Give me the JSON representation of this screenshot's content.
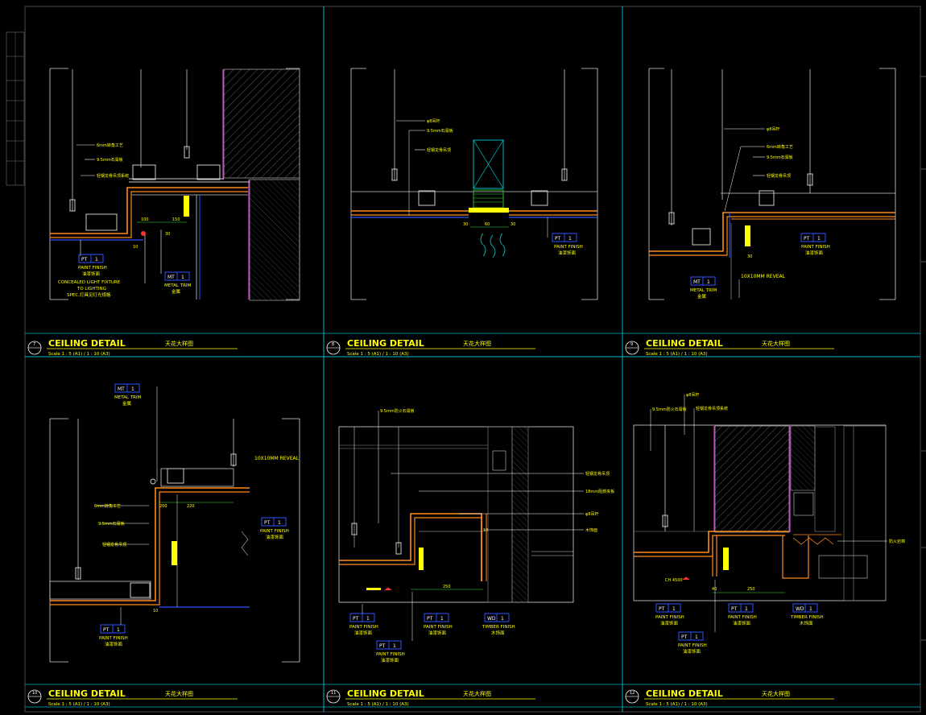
{
  "drawing": {
    "colors": {
      "background": "#000000",
      "frame": "#00b7c8",
      "title": "#ffff00",
      "white": "#e6e6e6",
      "orange": "#ff8c1a",
      "magenta": "#e040e0",
      "blue": "#2a55ff",
      "green": "#39e039",
      "gray": "#8a8a8a"
    },
    "panels": [
      {
        "id": "p1",
        "num": "7",
        "title": "CEILING DETAIL",
        "cn_title": "天花大样图",
        "scale": "Scale 1 : 5 (A1) / 1 : 10 (A3)",
        "tags": [
          {
            "code": "PT",
            "num": "1",
            "en": "PAINT FINISH",
            "cn": "油漆饰面"
          },
          {
            "code": "MT",
            "num": "1",
            "en": "METAL TRIM",
            "cn": "金属"
          }
        ],
        "notes": [
          "CONCEALED LIGHT FIXTURE",
          "TO LIGHTING",
          "SPEC.灯具见灯光规格"
        ],
        "dims": [
          "100",
          "150",
          "30",
          "10"
        ]
      },
      {
        "id": "p2",
        "num": "8",
        "title": "CEILING DETAIL",
        "cn_title": "天花大样图",
        "scale": "Scale 1 : 5 (A1) / 1 : 10 (A3)",
        "tags": [
          {
            "code": "PT",
            "num": "1",
            "en": "PAINT FINISH",
            "cn": "油漆饰面"
          }
        ],
        "notes": [],
        "dims": [
          "30",
          "60",
          "30"
        ]
      },
      {
        "id": "p3",
        "num": "9",
        "title": "CEILING DETAIL",
        "cn_title": "天花大样图",
        "scale": "Scale 1 : 5 (A1) / 1 : 10 (A3)",
        "tags": [
          {
            "code": "PT",
            "num": "1",
            "en": "PAINT FINISH",
            "cn": "油漆饰面"
          },
          {
            "code": "MT",
            "num": "1",
            "en": "METAL TRIM",
            "cn": "金属"
          }
        ],
        "notes": [
          "10X10MM REVEAL"
        ],
        "dims": [
          "30"
        ]
      },
      {
        "id": "p4",
        "num": "10",
        "title": "CEILING DETAIL",
        "cn_title": "天花大样图",
        "scale": "Scale 1 : 5 (A1) / 1 : 10 (A3)",
        "tags": [
          {
            "code": "MT",
            "num": "1",
            "en": "METAL TRIM",
            "cn": "金属"
          },
          {
            "code": "PT",
            "num": "1",
            "en": "PAINT FINISH",
            "cn": "油漆饰面"
          },
          {
            "code": "PT",
            "num": "1",
            "en": "PAINT FINISH",
            "cn": "油漆饰面"
          }
        ],
        "notes": [
          "10X10MM REVEAL"
        ],
        "dims": [
          "200",
          "220",
          "10"
        ]
      },
      {
        "id": "p5",
        "num": "11",
        "title": "CEILING DETAIL",
        "cn_title": "天花大样图",
        "scale": "Scale 1 : 5 (A1) / 1 : 10 (A3)",
        "tags": [
          {
            "code": "PT",
            "num": "1",
            "en": "PAINT FINISH",
            "cn": "油漆饰面"
          },
          {
            "code": "PT",
            "num": "1",
            "en": "PAINT FINISH",
            "cn": "油漆饰面"
          },
          {
            "code": "WD",
            "num": "1",
            "en": "TIMBER FINISH",
            "cn": "木饰面"
          },
          {
            "code": "PT",
            "num": "1",
            "en": "PAINT FINISH",
            "cn": "油漆饰面"
          }
        ],
        "notes": [],
        "dims": [
          "250",
          "10"
        ]
      },
      {
        "id": "p6",
        "num": "12",
        "title": "CEILING DETAIL",
        "cn_title": "天花大样图",
        "scale": "Scale 1 : 5 (A1) / 1 : 10 (A3)",
        "tags": [
          {
            "code": "PT",
            "num": "1",
            "en": "PAINT FINISH",
            "cn": "油漆饰面"
          },
          {
            "code": "PT",
            "num": "1",
            "en": "PAINT FINISH",
            "cn": "油漆饰面"
          },
          {
            "code": "WD",
            "num": "1",
            "en": "TIMBER FINISH",
            "cn": "木饰面"
          },
          {
            "code": "PT",
            "num": "1",
            "en": "PAINT FINISH",
            "cn": "油漆饰面"
          }
        ],
        "notes": [],
        "dims": [
          "40",
          "250"
        ]
      }
    ]
  }
}
